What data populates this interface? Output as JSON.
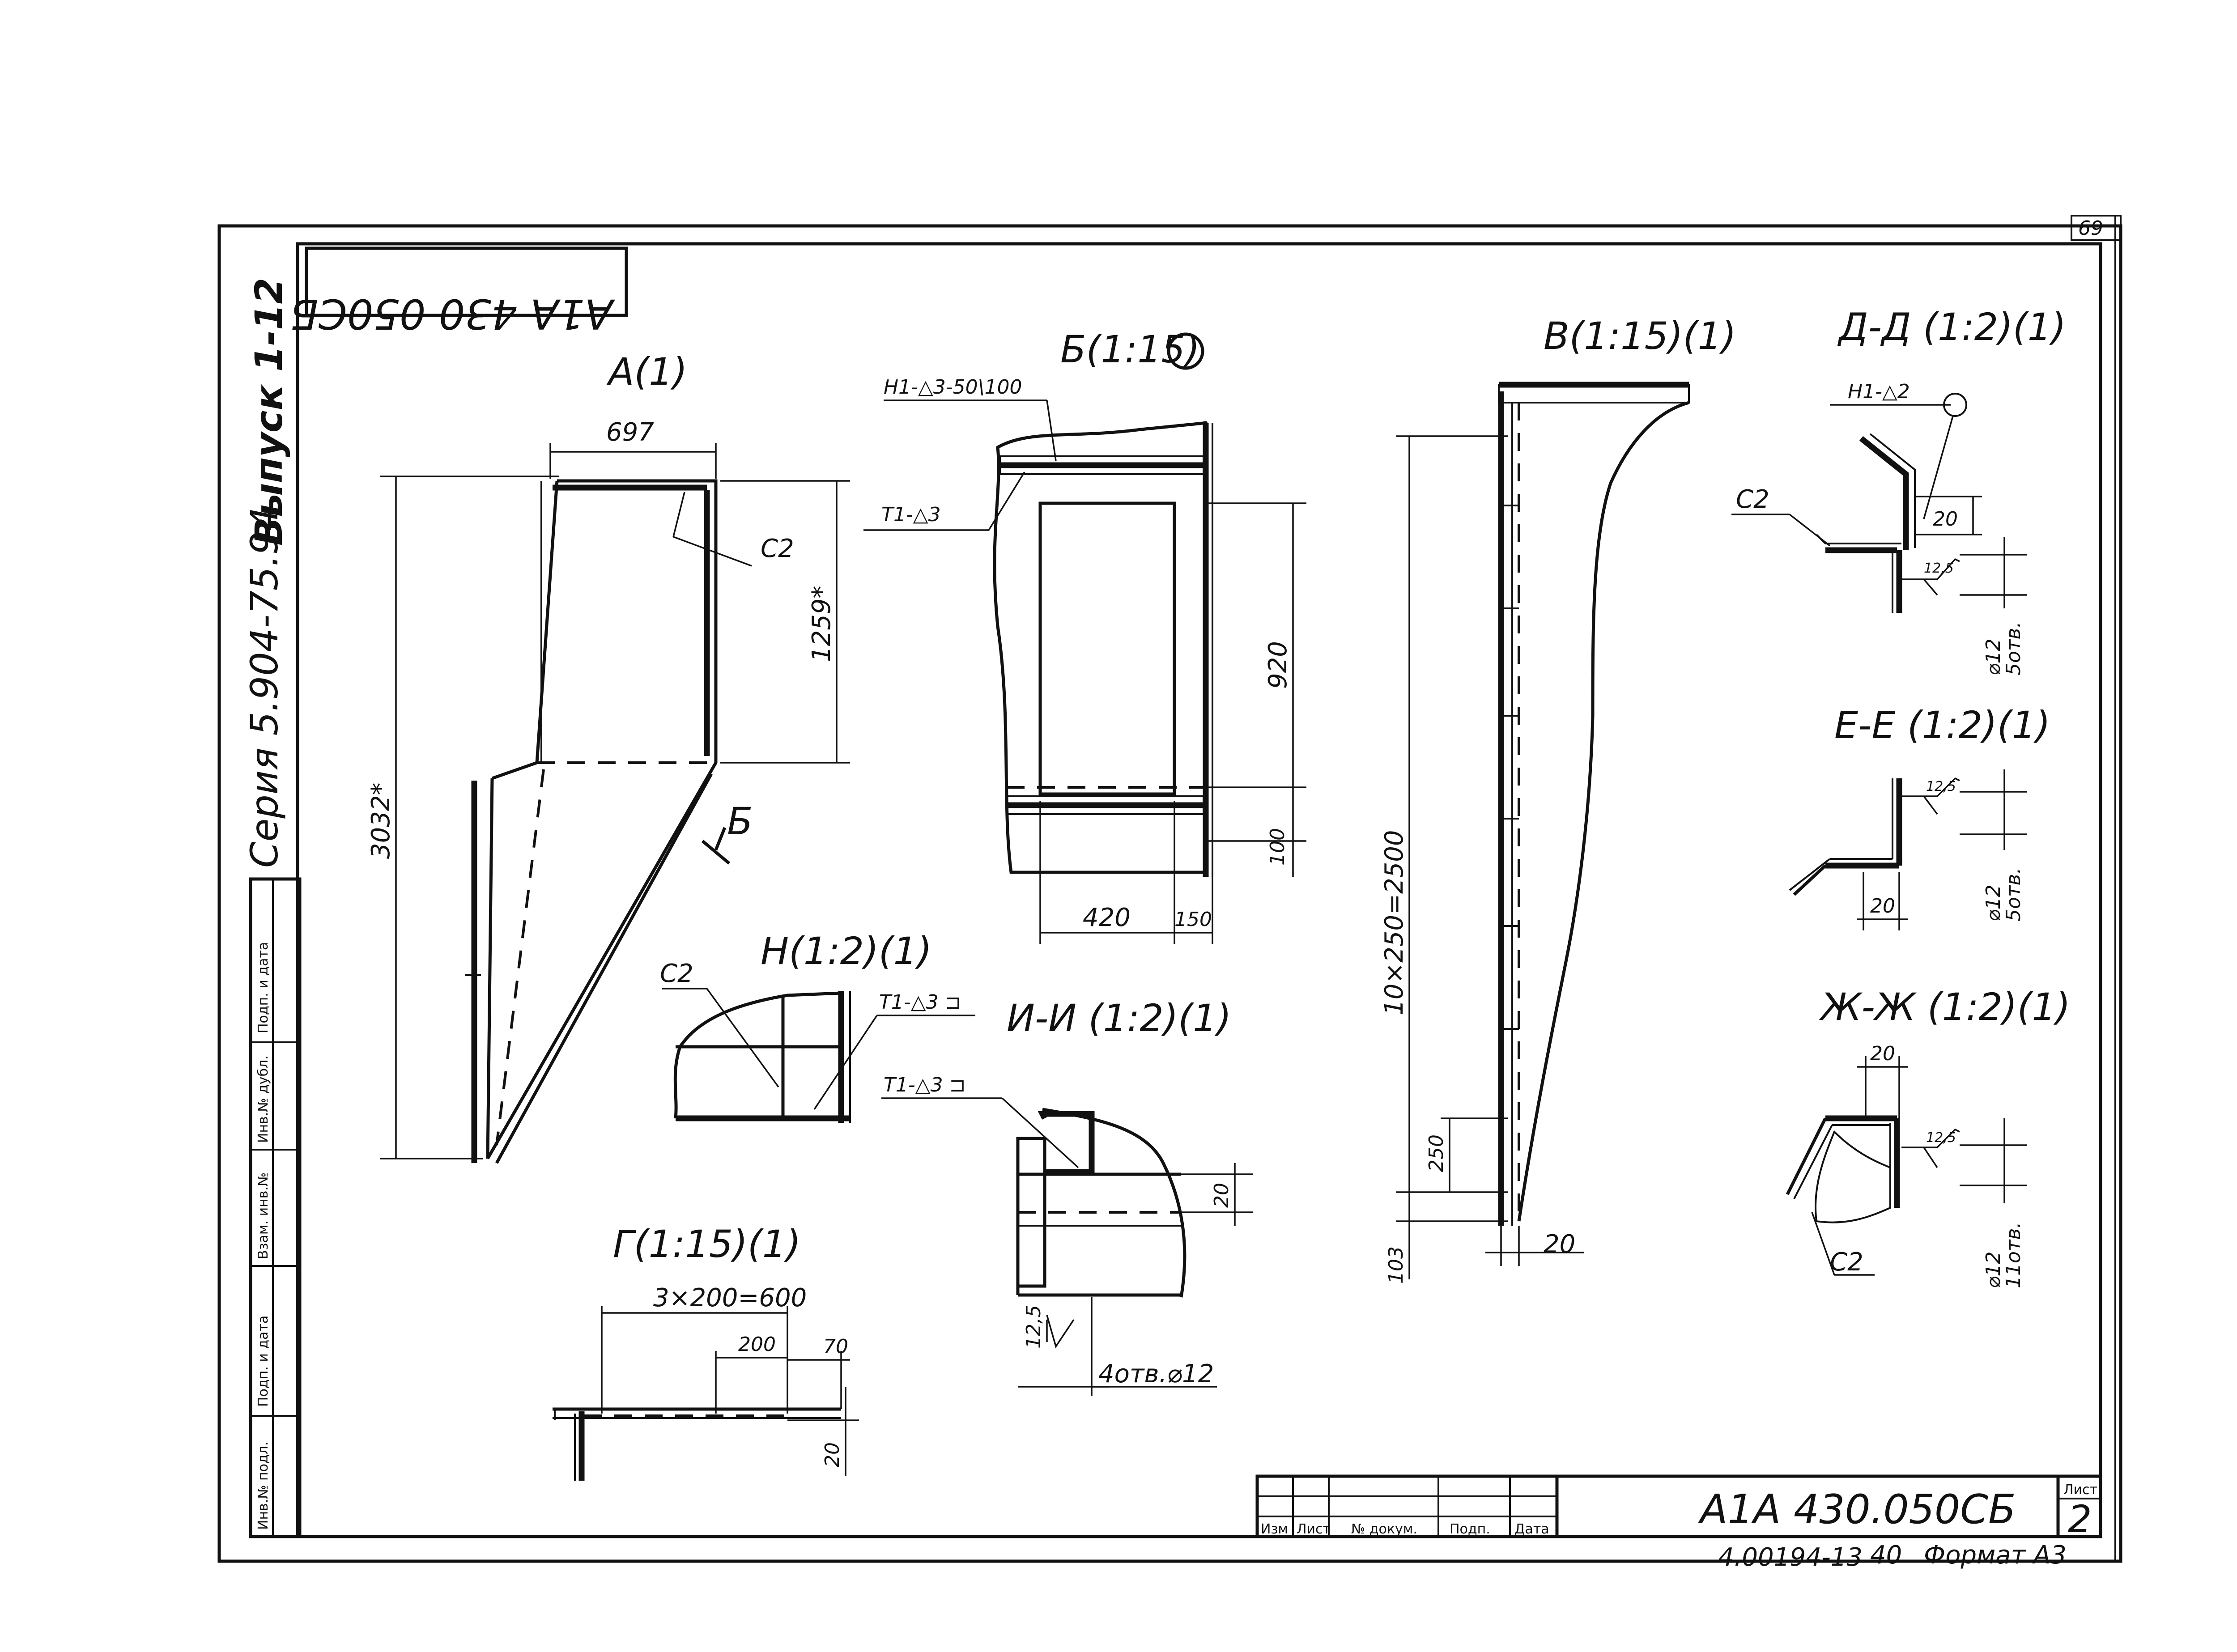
{
  "stamp": {
    "code_inverted": "А1А 430 050СБ"
  },
  "sheet_corner_number": "69",
  "series_text": "Серия 5.904-75.94",
  "issue_text": "Выпуск 1-12",
  "left_strip": {
    "labels": [
      "Подп. и дата",
      "Инв.№ дубл.",
      "Взам. инв.№",
      "Подп. и дата",
      "Инв.№ подл."
    ]
  },
  "views": {
    "a": {
      "title": "А(1)",
      "dim_width": "697",
      "dim_height_right": "1259*",
      "dim_height_left": "3032*",
      "callout_c2": "С2",
      "section_mark": "Б"
    },
    "b": {
      "title": "Б(1:15)",
      "weld_top": "Н1-△3-50\\100",
      "weld_side": "Т1-△3",
      "dim_920": "920",
      "dim_100": "100",
      "dim_420": "420",
      "dim_150": "150"
    },
    "v": {
      "title": "В(1:15)(1)",
      "dim_pitch": "10×250=2500",
      "dim_250": "250",
      "dim_103": "103",
      "dim_20": "20"
    },
    "dd": {
      "title": "Д-Д (1:2)(1)",
      "weld": "Н1-△2",
      "c2": "С2",
      "dim_20": "20",
      "rough": "12,5",
      "hole": "⌀12",
      "holes_count": "5отв."
    },
    "ee": {
      "title": "Е-Е (1:2)(1)",
      "rough": "12,5",
      "dim_20": "20",
      "hole": "⌀12",
      "holes_count": "5отв."
    },
    "zhzh": {
      "title": "Ж-Ж (1:2)(1)",
      "dim_20": "20",
      "rough": "12,5",
      "hole": "⌀12",
      "holes_count": "11отв.",
      "c2": "С2"
    },
    "n": {
      "title": "Н(1:2)(1)",
      "c2": "С2",
      "weld": "Т1-△3 ⊐"
    },
    "ii": {
      "title": "И-И (1:2)(1)",
      "weld": "Т1-△3 ⊐",
      "dim_20": "20",
      "rough": "12,5",
      "holes": "4отв.⌀12"
    },
    "g": {
      "title": "Г(1:15)(1)",
      "dim_total": "3×200=600",
      "dim_200": "200",
      "dim_70": "70",
      "dim_20": "20"
    }
  },
  "title_block": {
    "columns": [
      "Изм",
      "Лист",
      "№ докум.",
      "Подп.",
      "Дата"
    ],
    "designation": "А1А 430.050СБ",
    "sheet_label": "Лист",
    "sheet_number": "2"
  },
  "footer": {
    "inventory": "4.00194-13",
    "copy": "40",
    "format": "Формат А3"
  }
}
